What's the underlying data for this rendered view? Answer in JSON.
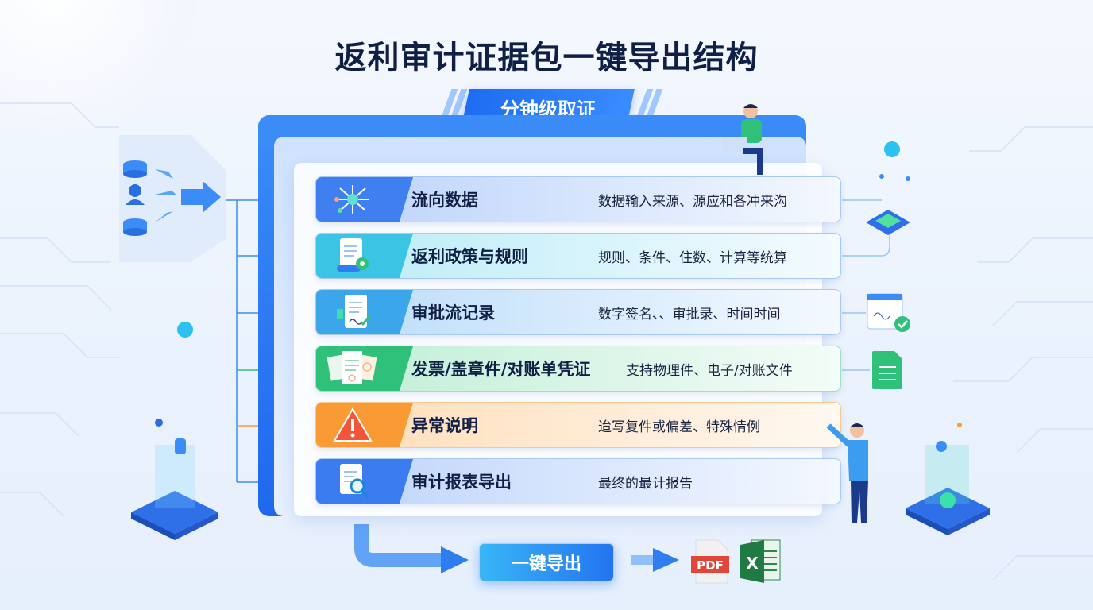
{
  "title": "返利审计证据包一键导出结构",
  "badge": "分钟级取证",
  "rows": [
    {
      "title": "流向数据",
      "desc": "数据输入来源、源应和各冲来沟",
      "icon": "data-flow-icon",
      "color": "#3f7ff0"
    },
    {
      "title": "返利政策与规则",
      "desc": "规则、条件、住数、计算等统算",
      "icon": "policy-document-gear-icon",
      "color": "#3cc4e4"
    },
    {
      "title": "审批流记录",
      "desc": "数字签名、、审批录、时间时间",
      "icon": "signed-document-icon",
      "color": "#3ba6ea"
    },
    {
      "title": "发票/盖章件/对账单凭证",
      "desc": "支持物理件、电子/对账文件",
      "icon": "invoice-receipts-icon",
      "color": "#2fc07a"
    },
    {
      "title": "异常说明",
      "desc": "迨写复件或偏差、特殊情例",
      "icon": "warning-icon",
      "color": "#fa9a34"
    },
    {
      "title": "审计报表导出",
      "desc": "最终的最计报告",
      "icon": "report-search-icon",
      "color": "#3b7cf0"
    }
  ],
  "export": {
    "button": "一键导出",
    "pdf_label": "PDF",
    "excel_label": "X"
  }
}
